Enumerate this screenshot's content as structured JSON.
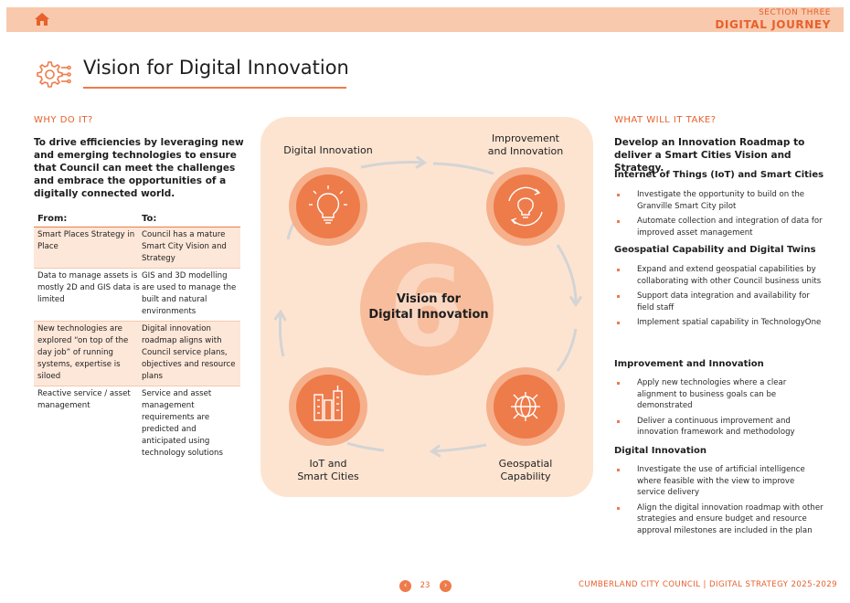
{
  "header": {
    "section_label": "SECTION THREE",
    "section_title": "DIGITAL JOURNEY",
    "home_icon": "home-icon"
  },
  "title": {
    "text": "Vision for Digital Innovation",
    "icon": "innovation-gear-icon"
  },
  "left": {
    "heading": "WHY DO IT?",
    "lead": "To drive efficiencies by leveraging new and emerging technologies to ensure that Council can meet the challenges and embrace the opportunities of a digitally connected world.",
    "table": {
      "col_from": "From:",
      "col_to": "To:",
      "rows": [
        {
          "from": "Smart Places Strategy in Place",
          "to": "Council has a mature Smart City Vision and Strategy"
        },
        {
          "from": "Data to manage assets is mostly 2D and GIS data is limited",
          "to": "GIS and 3D modelling are used to manage the built and natural environments"
        },
        {
          "from": "New technologies are explored “on top of the day job” of running systems, expertise is siloed",
          "to": "Digital innovation roadmap aligns with Council service plans, objectives and resource plans"
        },
        {
          "from": "Reactive service / asset management",
          "to": "Service and asset management requirements are predicted and anticipated using technology solutions"
        }
      ]
    }
  },
  "diagram": {
    "center_line1": "Vision for",
    "center_line2": "Digital Innovation",
    "center_number": "6",
    "nodes": [
      {
        "label1": "Digital Innovation",
        "label2": "",
        "icon": "lightbulb-icon"
      },
      {
        "label1": "Improvement",
        "label2": "and Innovation",
        "icon": "idea-cycle-icon"
      },
      {
        "label1": "Geospatial",
        "label2": "Capability",
        "icon": "globe-network-icon"
      },
      {
        "label1": "IoT and",
        "label2": "Smart Cities",
        "icon": "city-buildings-icon"
      }
    ],
    "colors": {
      "panel": "#fde4d1",
      "circle_outer": "#f6b08c",
      "circle_inner": "#ee7b4a",
      "center": "#f7bd9c",
      "arrow": "#d4d4d4"
    }
  },
  "right": {
    "heading": "WHAT WILL IT TAKE?",
    "lead": "Develop an Innovation Roadmap to deliver a Smart Cities Vision and Strategy.",
    "groups": [
      {
        "title": "Internet of Things (IoT) and Smart Cities",
        "items": [
          "Investigate the opportunity to build on the Granville Smart City pilot",
          "Automate collection and integration of data for improved asset management"
        ]
      },
      {
        "title": "Geospatial Capability and Digital Twins",
        "items": [
          "Expand and extend geospatial capabilities by collaborating with other Council business units",
          "Support data integration and availability for field staff",
          "Implement spatial capability in TechnologyOne"
        ]
      },
      {
        "title": "Improvement and Innovation",
        "items": [
          "Apply new technologies where a clear alignment to business goals can be demonstrated",
          "Deliver a continuous improvement and innovation framework and methodology"
        ]
      },
      {
        "title": "Digital Innovation",
        "items": [
          "Investigate the use of artificial intelligence where feasible with the view to improve service delivery",
          "Align the digital innovation roadmap with other strategies and ensure budget and resource approval milestones are included in the plan"
        ]
      }
    ]
  },
  "footer": {
    "prev": "‹",
    "next": "›",
    "page": "23",
    "text": "CUMBERLAND CITY COUNCIL | DIGITAL STRATEGY 2025-2029"
  },
  "accent": "#ee7b4a"
}
